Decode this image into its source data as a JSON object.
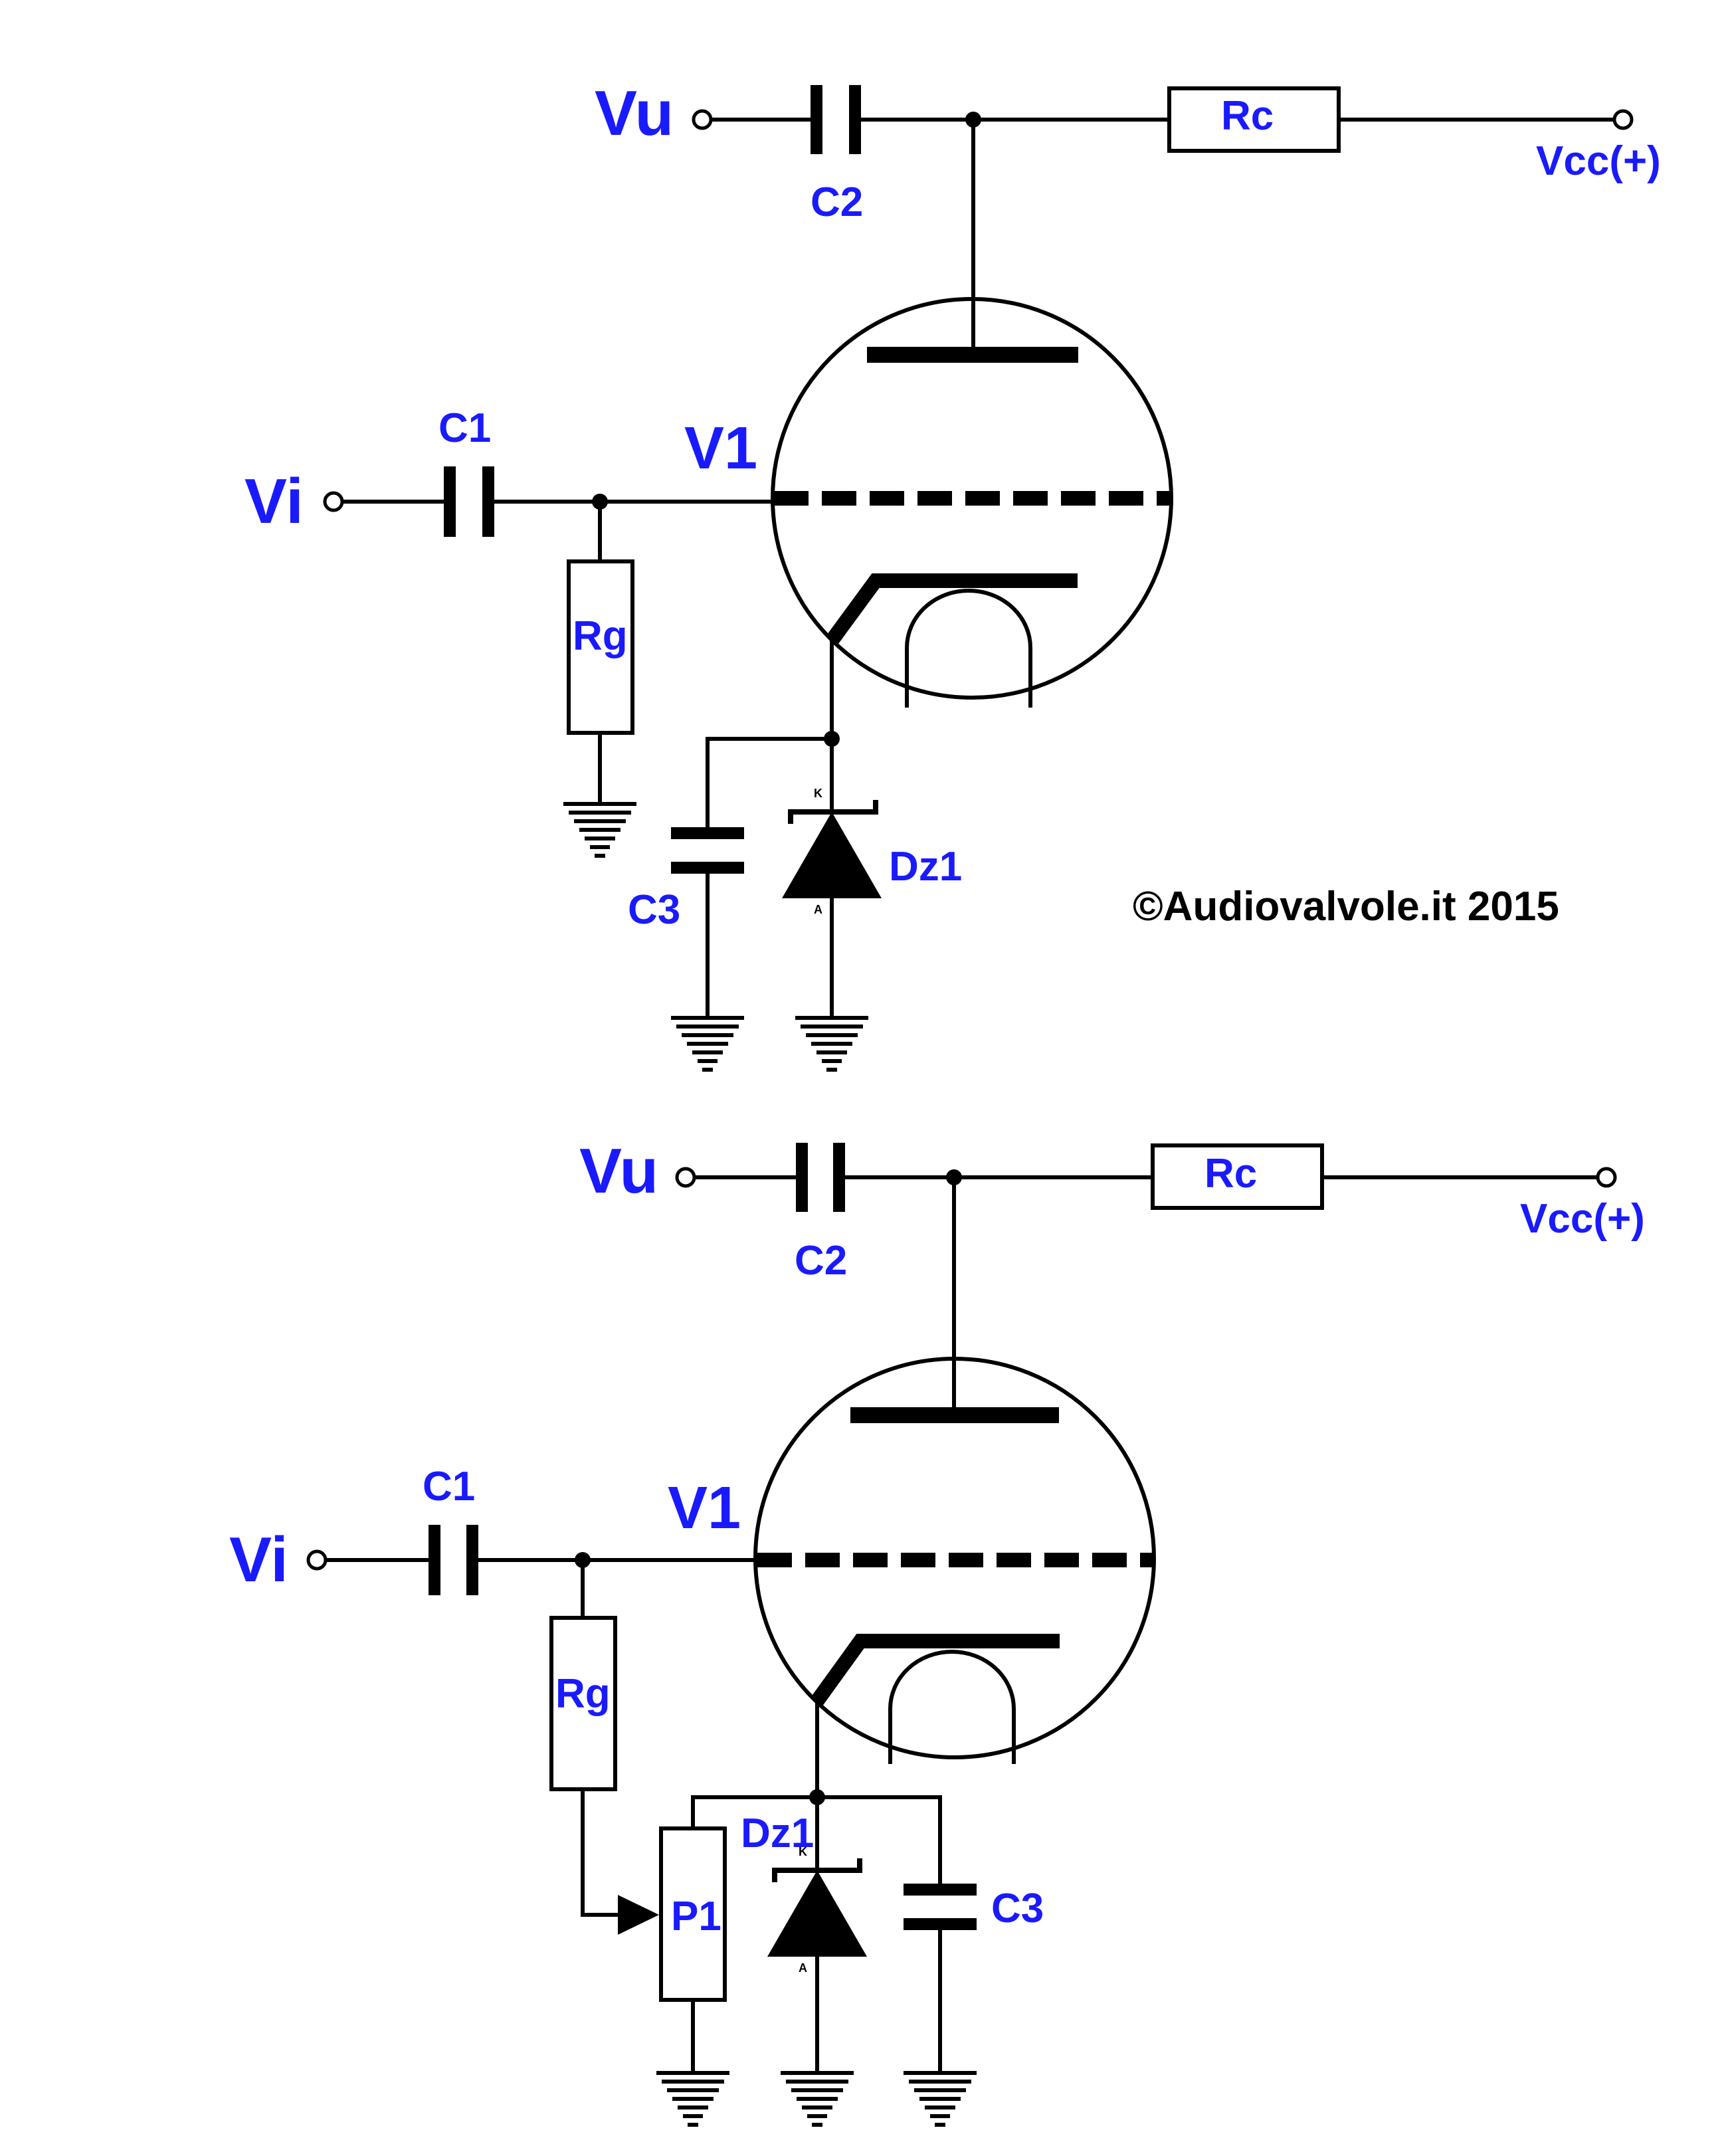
{
  "copyright": "©Audiovalvole.it 2015",
  "circuits": [
    {
      "vu": "Vu",
      "c2": "C2",
      "rc": "Rc",
      "vcc": "Vcc(+)",
      "c1": "C1",
      "v1": "V1",
      "vi": "Vi",
      "rg": "Rg",
      "c3": "C3",
      "dz1": "Dz1",
      "k": "K",
      "a": "A"
    },
    {
      "vu": "Vu",
      "c2": "C2",
      "rc": "Rc",
      "vcc": "Vcc(+)",
      "c1": "C1",
      "v1": "V1",
      "vi": "Vi",
      "rg": "Rg",
      "c3": "C3",
      "dz1": "Dz1",
      "k": "K",
      "a": "A",
      "p1": "P1"
    }
  ]
}
